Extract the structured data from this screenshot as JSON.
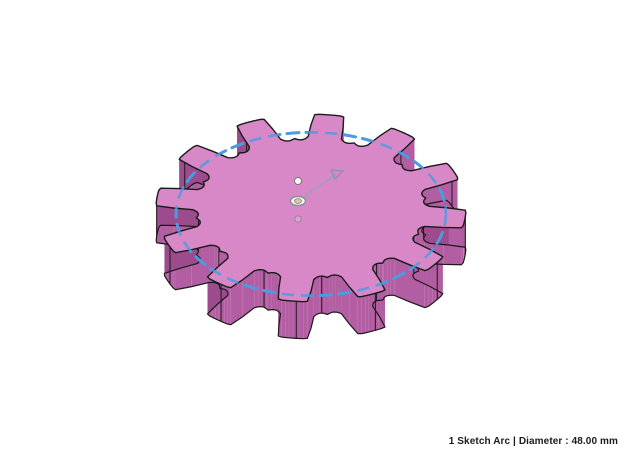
{
  "viewport": {
    "model_name": "gear",
    "selection": "sketch-arc"
  },
  "colors": {
    "gear_top": "#d988c7",
    "gear_side": "#b35ea3",
    "gear_side_dark": "#9c4b8c",
    "edge": "#1b1b1b",
    "sketch_arc": "#4c9be0",
    "manipulator": "#a0a8c0"
  },
  "model": {
    "tooth_count": 12,
    "sketch_arc_diameter_mm": 48.0
  },
  "status": {
    "selection_text": "1 Sketch Arc | Diameter : 48.00 mm"
  }
}
